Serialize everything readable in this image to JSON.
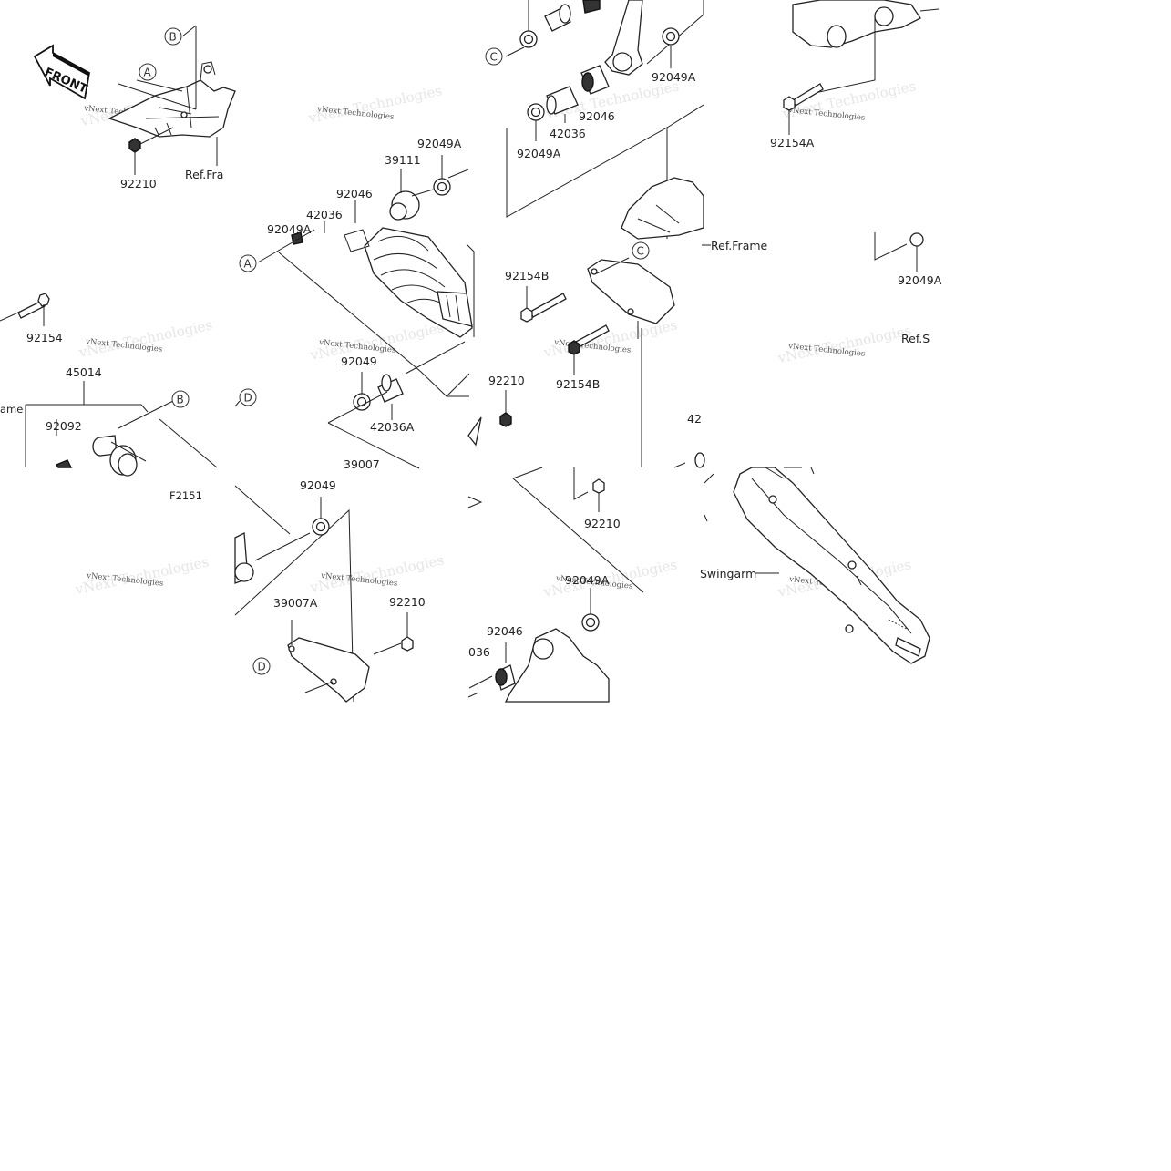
{
  "front_label": "FRONT",
  "figure_code": "F2151",
  "watermark": "vNext Technologies",
  "callouts": [
    "A",
    "B",
    "C",
    "D"
  ],
  "part_labels": {
    "p92210_tl": "92210",
    "ref_fra": "Ref.Fra",
    "p39111": "39111",
    "p92049A_shock": "92049A",
    "p92046_shock": "92046",
    "p42036_shock": "42036",
    "p92049A_left": "92049A",
    "p92154": "92154",
    "p45014": "45014",
    "ame": "ame",
    "p92092": "92092",
    "p92049": "92049",
    "p42036A": "42036A",
    "p39007": "39007",
    "p92210_mid": "92210",
    "p92049A_top1": "92049A",
    "p42036_top": "42036",
    "p92049A_top2": "92049A",
    "p92046_top": "92046",
    "ref_frame": "Ref.Frame",
    "p92154B_1": "92154B",
    "p92154B_2": "92154B",
    "p92154A": "92154A",
    "p92049A_right": "92049A",
    "ref_s": "Ref.S",
    "p42_partial": "42",
    "p92210_bl": "92210",
    "p92049_bl": "92049",
    "p39007A": "39007A",
    "p92210_bm": "92210",
    "p92049A_bm": "92049A",
    "p92046_bm": "92046",
    "p036": "036",
    "swingarm": "Swingarm"
  }
}
